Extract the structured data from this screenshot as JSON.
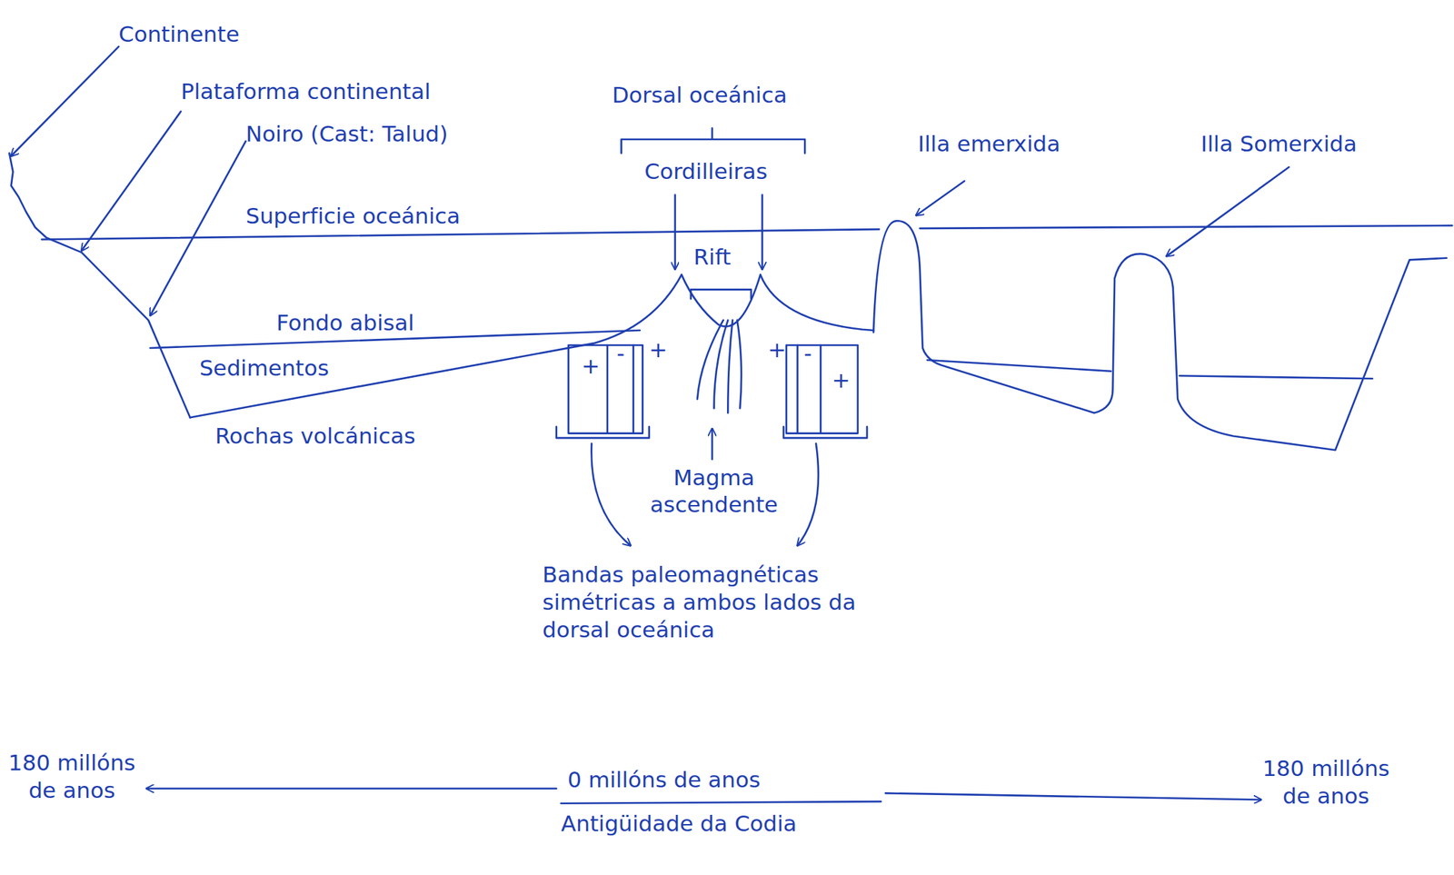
{
  "diagram": {
    "labels": [
      "Continente",
      "Plataforma continental",
      "Noiro (Cast: Talud)",
      "Dorsal oceánica",
      "Cordilleiras",
      "Illa emerxida",
      "Illa Somerxida",
      "Superficie oceánica",
      "Rift",
      "Fondo abisal",
      "Sedimentos",
      "Rochas volcánicas",
      "+",
      "-",
      "+",
      "+",
      "-",
      "+",
      "Magma ascendente",
      "Bandas paleomagnéticas simétricas a ambos lados da dorsal oceánica",
      "180 millóns de anos",
      "0 millóns de anos",
      "Antigüidade da Codia",
      "180 millóns de anos"
    ]
  }
}
